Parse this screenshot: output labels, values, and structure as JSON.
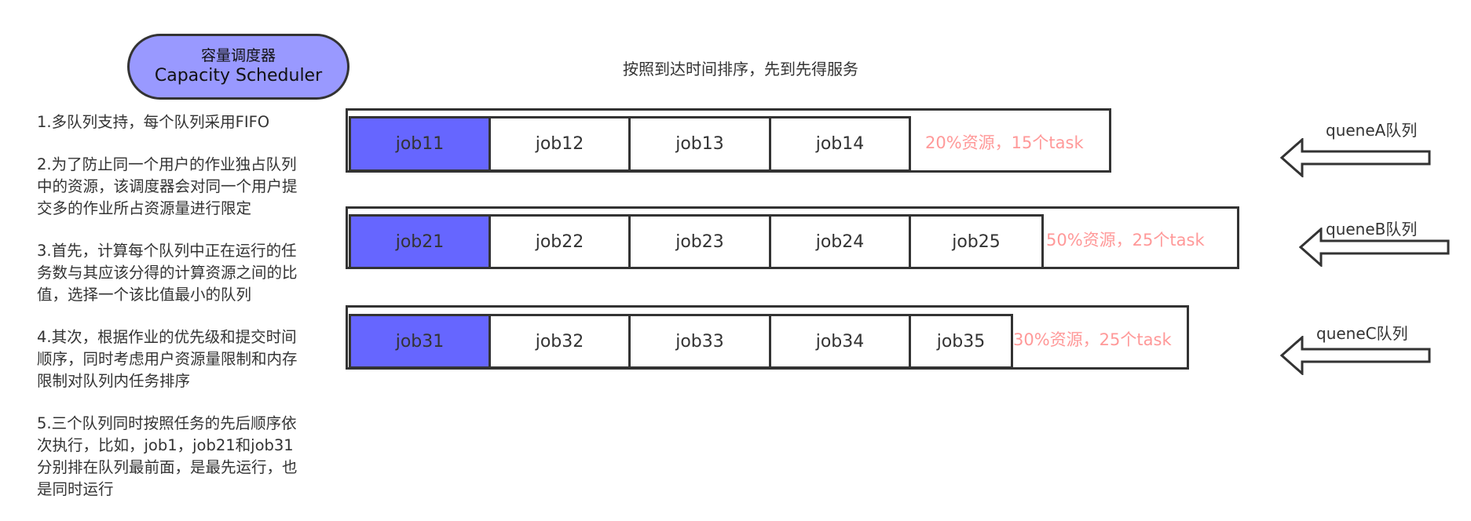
{
  "scheduler": {
    "title_cn": "容量调度器",
    "title_en": "Capacity Scheduler"
  },
  "caption": "按照到达时间排序，先到先得服务",
  "notes": [
    "1.多队列支持，每个队列采用FIFO",
    "2.为了防止同一个用户的作业独占队列\n中的资源，该调度器会对同一个用户提\n交多的作业所占资源量进行限定",
    "3.首先，计算每个队列中正在运行的任\n务数与其应该分得的计算资源之间的比\n值，选择一个该比值最小的队列",
    "4.其次，根据作业的优先级和提交时间\n顺序，同时考虑用户资源量限制和内存\n限制对队列内任务排序",
    "5.三个队列同时按照任务的先后顺序依\n次执行，比如，job1，job21和job31\n分别排在队列最前面，是最先运行，也\n是同时运行"
  ],
  "queues": [
    {
      "name": "queneA队列",
      "resource": "20%资源，15个task",
      "jobs": [
        "job11",
        "job12",
        "job13",
        "job14"
      ]
    },
    {
      "name": "queneB队列",
      "resource": "50%资源，25个task",
      "jobs": [
        "job21",
        "job22",
        "job23",
        "job24",
        "job25"
      ]
    },
    {
      "name": "queneC队列",
      "resource": "30%资源，25个task",
      "jobs": [
        "job31",
        "job32",
        "job33",
        "job34",
        "job35"
      ]
    }
  ],
  "colors": {
    "first_job": "#6666ff",
    "pill": "#9999ff",
    "resource_text": "#ff9999",
    "stroke": "#333333"
  }
}
